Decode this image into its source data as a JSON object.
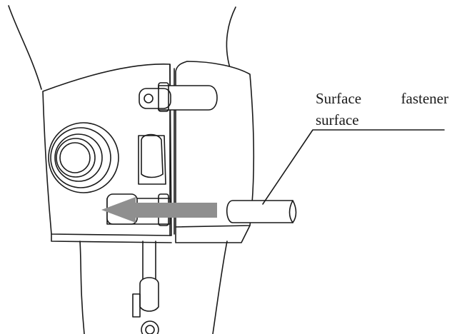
{
  "callout": {
    "word_1": "Surface",
    "word_2": "fastener",
    "word_3": "surface"
  },
  "colors": {
    "line": "#1a1a1a",
    "arrow_fill": "#8f8f8f",
    "background": "#ffffff"
  }
}
